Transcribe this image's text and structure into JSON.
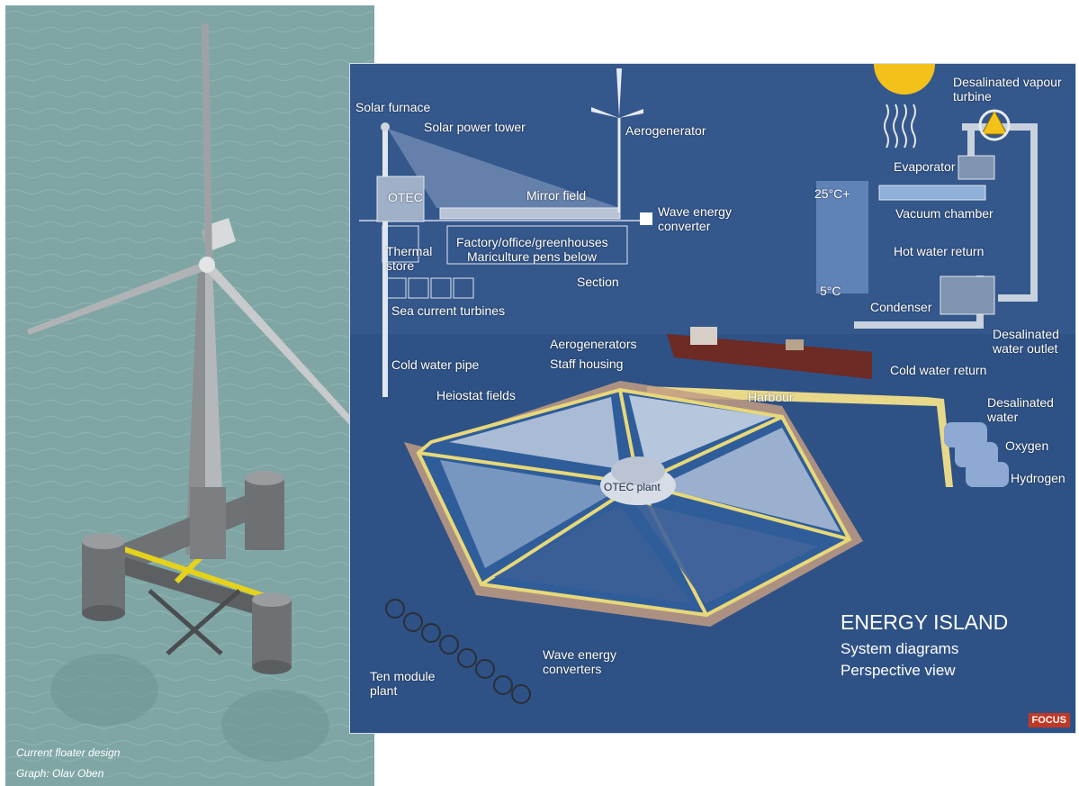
{
  "left_panel": {
    "caption_design": "Current floater design",
    "caption_graph": "Graph: Olav Oben"
  },
  "right_panel": {
    "labels": {
      "solar_furnace": "Solar furnace",
      "solar_power_tower": "Solar power tower",
      "aerogenerator": "Aerogenerator",
      "otec": "OTEC",
      "mirror_field": "Mirror field",
      "wave_energy_converter": "Wave energy converter",
      "thermal_store": "Thermal store",
      "factory": "Factory/office/greenhouses",
      "mariculture": "Mariculture pens below",
      "section": "Section",
      "sea_current_turbines": "Sea current turbines",
      "aerogenerators": "Aerogenerators",
      "staff_housing": "Staff housing",
      "cold_water_pipe": "Cold water pipe",
      "heliostat_fields": "Heiostat fields",
      "harbour": "Harbour",
      "desalinated_vapour_turbine": "Desalinated vapour turbine",
      "evaporator": "Evaporator",
      "temp_hot": "25°C+",
      "vacuum_chamber": "Vacuum chamber",
      "hot_water_return": "Hot water return",
      "temp_cold": "5°C",
      "condenser": "Condenser",
      "desalinated_water_outlet": "Desalinated water outlet",
      "cold_water_return": "Cold water return",
      "desalinated_water": "Desalinated water",
      "oxygen": "Oxygen",
      "hydrogen": "Hydrogen",
      "otec_plant": "OTEC plant",
      "wave_energy_converters": "Wave energy converters",
      "ten_module_plant": "Ten module plant"
    },
    "title": "ENERGY ISLAND",
    "subtitle_1": "System diagrams",
    "subtitle_2": "Perspective view",
    "logo": "FOCUS"
  }
}
